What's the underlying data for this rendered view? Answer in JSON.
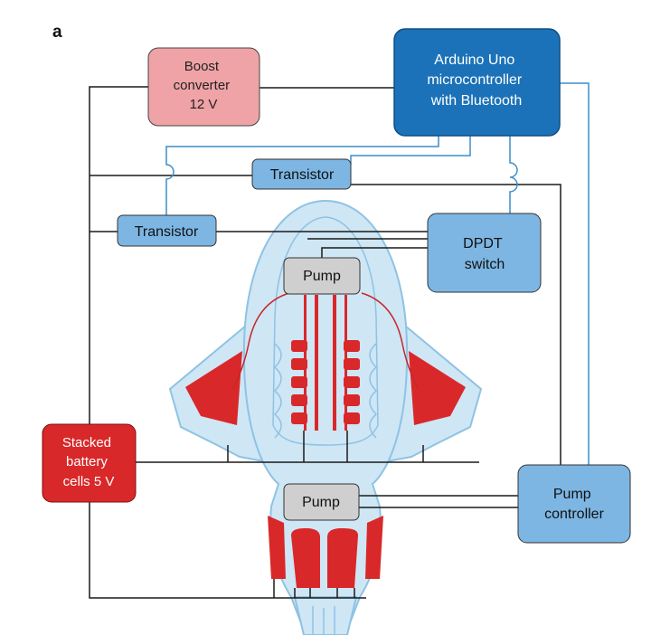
{
  "figure": {
    "panel_label": "a"
  },
  "components": {
    "boost": {
      "lines": [
        "Boost",
        "converter",
        "12 V"
      ],
      "fill": "#efa3a6",
      "text_color": "#222222"
    },
    "arduino": {
      "lines": [
        "Arduino Uno",
        "microcontroller",
        "with Bluetooth"
      ],
      "fill": "#1b72b8",
      "text_color": "#ffffff"
    },
    "transistor_top": {
      "lines": [
        "Transistor"
      ],
      "fill": "#7db6e3",
      "text_color": "#111111"
    },
    "transistor_left": {
      "lines": [
        "Transistor"
      ],
      "fill": "#7db6e3",
      "text_color": "#111111"
    },
    "dpdt": {
      "lines": [
        "DPDT",
        "switch"
      ],
      "fill": "#7db6e3",
      "text_color": "#111111"
    },
    "pump_upper": {
      "lines": [
        "Pump"
      ],
      "fill": "#cfcfcf",
      "text_color": "#111111"
    },
    "pump_lower": {
      "lines": [
        "Pump"
      ],
      "fill": "#cfcfcf",
      "text_color": "#111111"
    },
    "battery": {
      "lines": [
        "Stacked",
        "battery",
        "cells 5 V"
      ],
      "fill": "#d9282a",
      "text_color": "#ffffff"
    },
    "pump_controller": {
      "lines": [
        "Pump",
        "controller"
      ],
      "fill": "#7db6e3",
      "text_color": "#111111"
    }
  },
  "colors": {
    "wire_black": "#1a1a1a",
    "wire_blue": "#3d8ec9",
    "body_fill": "#cfe6f5",
    "body_stroke": "#8ec3e3",
    "actuator_red": "#d9282a",
    "red_wire": "#c8262a"
  }
}
